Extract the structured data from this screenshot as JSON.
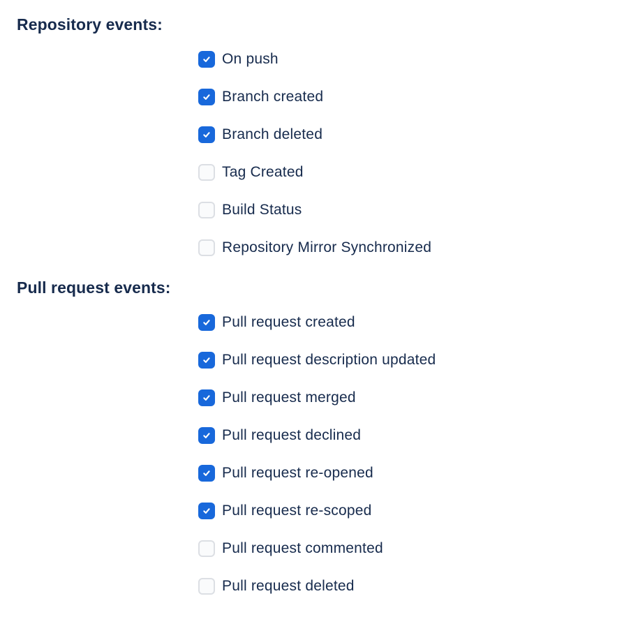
{
  "page": {
    "background": "#ffffff"
  },
  "colors": {
    "checkbox_checked": "#1868DB",
    "checkbox_unchecked_bg": "#FAFBFC",
    "checkbox_unchecked_border": "#DCDFE4",
    "text": "#172B4D",
    "checkmark": "#FFFFFF"
  },
  "icons": {
    "checkmark": "check-icon"
  },
  "sections": [
    {
      "heading": "Repository events:",
      "options": [
        {
          "label": "On push",
          "checked": true
        },
        {
          "label": "Branch created",
          "checked": true
        },
        {
          "label": "Branch deleted",
          "checked": true
        },
        {
          "label": "Tag Created",
          "checked": false
        },
        {
          "label": "Build Status",
          "checked": false
        },
        {
          "label": "Repository Mirror Synchronized",
          "checked": false
        }
      ]
    },
    {
      "heading": "Pull request events:",
      "options": [
        {
          "label": "Pull request created",
          "checked": true
        },
        {
          "label": "Pull request description updated",
          "checked": true
        },
        {
          "label": "Pull request merged",
          "checked": true
        },
        {
          "label": "Pull request declined",
          "checked": true
        },
        {
          "label": "Pull request re-opened",
          "checked": true
        },
        {
          "label": "Pull request re-scoped",
          "checked": true
        },
        {
          "label": "Pull request commented",
          "checked": false
        },
        {
          "label": "Pull request deleted",
          "checked": false
        }
      ]
    }
  ]
}
